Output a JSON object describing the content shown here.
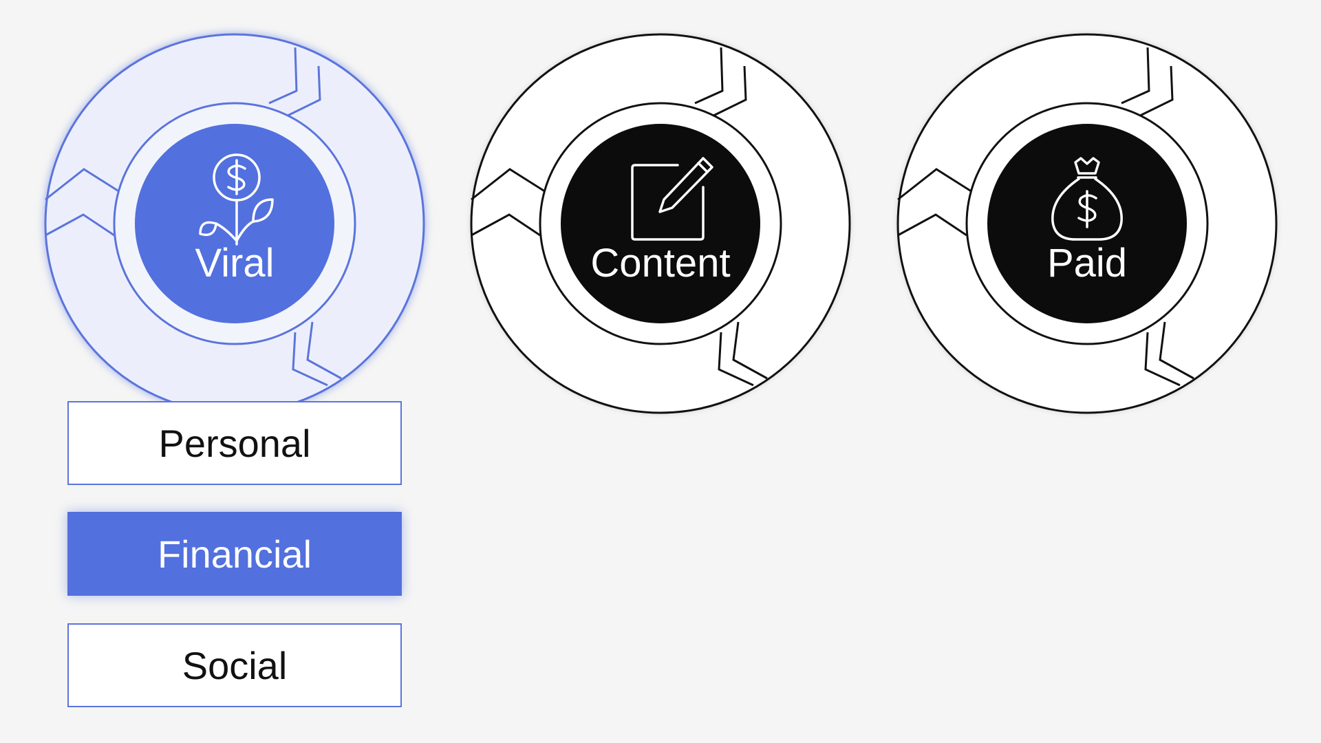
{
  "loops": [
    {
      "label": "Viral",
      "icon": "money-plant-icon",
      "state": "selected"
    },
    {
      "label": "Content",
      "icon": "edit-pencil-icon",
      "state": "default"
    },
    {
      "label": "Paid",
      "icon": "money-bag-icon",
      "state": "default"
    }
  ],
  "options": [
    {
      "label": "Personal",
      "selected": false
    },
    {
      "label": "Financial",
      "selected": true
    },
    {
      "label": "Social",
      "selected": false
    }
  ],
  "colors": {
    "accent": "#5270de",
    "accent_light": "#eceffb",
    "dark_hub": "#0c0c0c",
    "background": "#f5f5f5"
  }
}
